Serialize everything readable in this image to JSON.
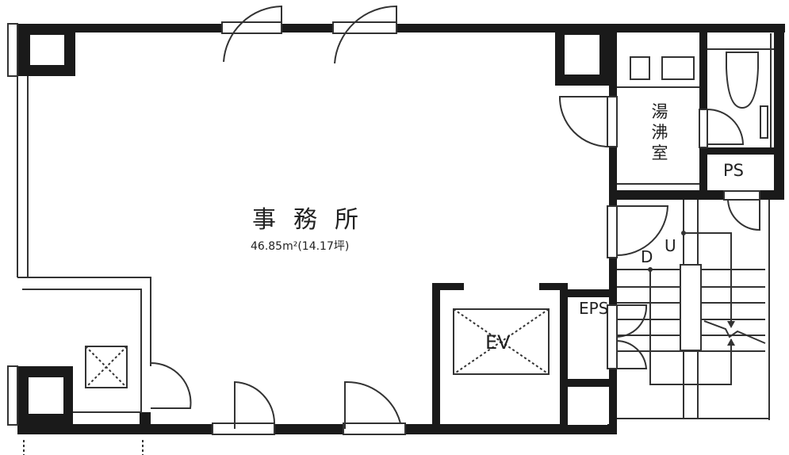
{
  "rooms": {
    "office": {
      "name": "事務所",
      "area": "46.85m²(14.17坪)"
    },
    "kitchen": "湯沸室",
    "elevator": "EV",
    "eps": "EPS",
    "ps": "PS"
  },
  "stairs": {
    "down": "D",
    "up": "U"
  },
  "colors": {
    "wall": "#1a1a1a",
    "line": "#333333",
    "background": "#ffffff"
  }
}
